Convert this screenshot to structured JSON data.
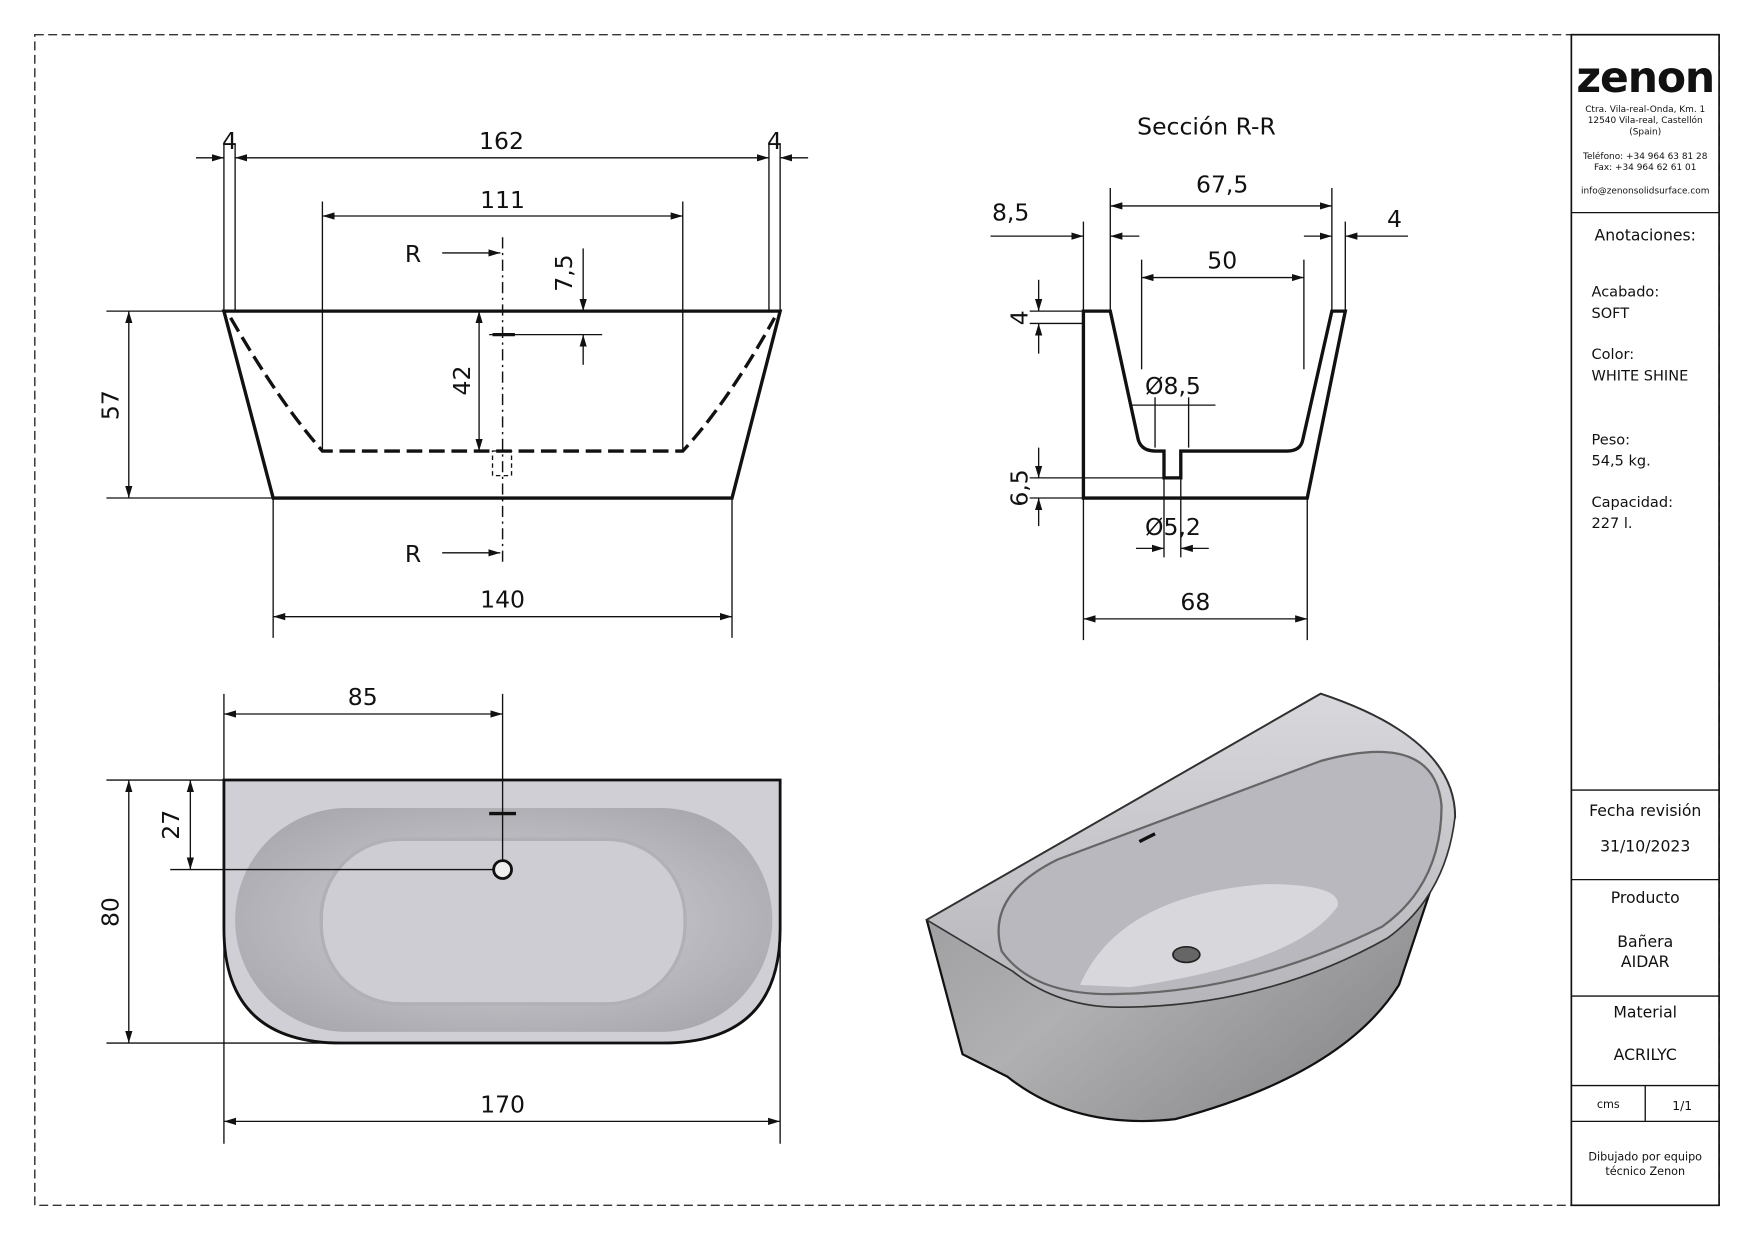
{
  "brand": {
    "logo": "zenon",
    "address_line1": "Ctra. Vila-real-Onda, Km. 1",
    "address_line2": "12540 Vila-real, Castellón",
    "address_line3": "(Spain)",
    "phone": "Teléfono: +34 964 63 81 28",
    "fax": "Fax: +34 964 62 61 01",
    "email": "info@zenonsolidsurface.com"
  },
  "annotations": {
    "title": "Anotaciones:",
    "finish_label": "Acabado:",
    "finish_value": "SOFT",
    "color_label": "Color:",
    "color_value": "WHITE SHINE",
    "weight_label": "Peso:",
    "weight_value": "54,5 kg.",
    "capacity_label": "Capacidad:",
    "capacity_value": "227 l."
  },
  "revision": {
    "label": "Fecha revisión",
    "value": "31/10/2023"
  },
  "product": {
    "label": "Producto",
    "line1": "Bañera",
    "line2": "AIDAR"
  },
  "material": {
    "label": "Material",
    "value": "ACRILYC"
  },
  "units": {
    "unit": "cms",
    "scale": "1/1"
  },
  "footer": {
    "line1": "Dibujado por equipo",
    "line2": "técnico Zenon"
  },
  "front_view": {
    "dims": {
      "left_wall": "4",
      "top_length": "162",
      "right_wall": "4",
      "inner_length": "111",
      "overflow": "7,5",
      "height": "57",
      "depth": "42",
      "bottom_length": "140"
    },
    "section_mark": "R"
  },
  "section_view": {
    "title": "Sección R-R",
    "dims": {
      "top_width": "67,5",
      "left": "8,5",
      "right": "4",
      "inner_width": "50",
      "rim": "4",
      "drain_top": "Ø8,5",
      "drain_height": "6,5",
      "drain_bottom": "Ø5,2",
      "bottom_width": "68"
    }
  },
  "plan_view": {
    "dims": {
      "drain_x": "85",
      "drain_y": "27",
      "width": "80",
      "length": "170"
    }
  }
}
